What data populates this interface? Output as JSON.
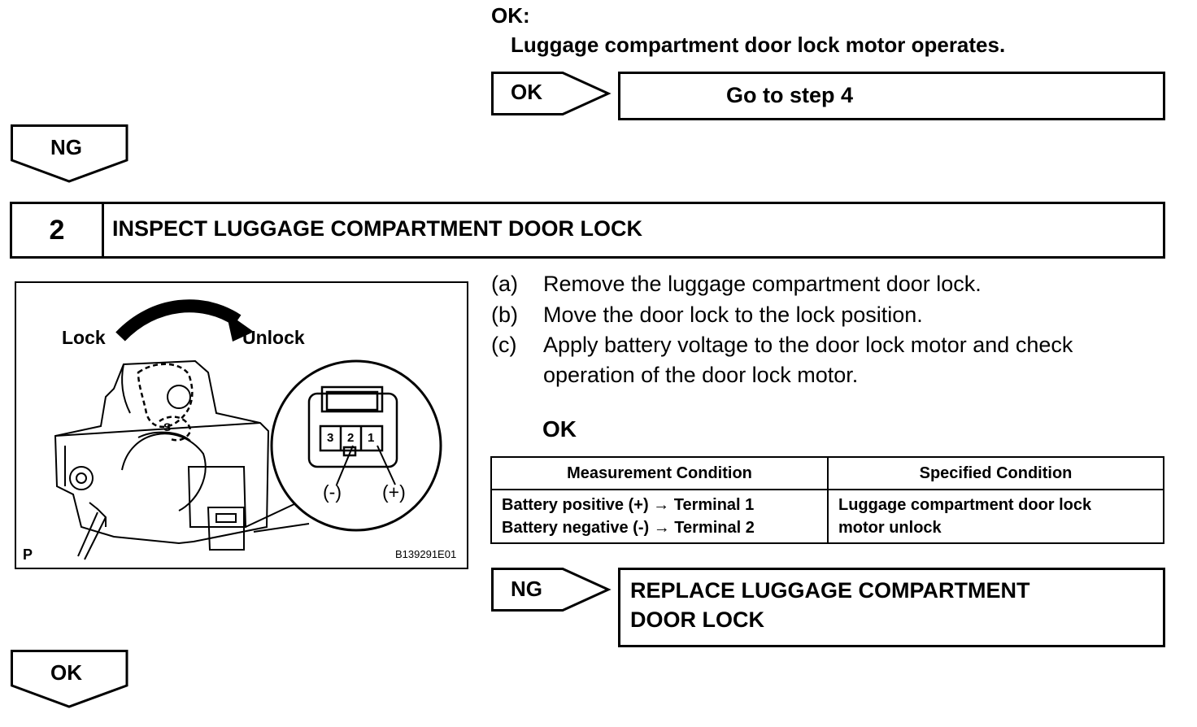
{
  "top": {
    "ok_label": "OK:",
    "ok_text": "Luggage compartment door lock motor operates."
  },
  "tags": {
    "ok_right": "OK",
    "ng_left": "NG",
    "ng_right": "NG",
    "ok_bottom": "OK"
  },
  "results": {
    "go_to": "Go to step 4",
    "replace_line1": "REPLACE LUGGAGE COMPARTMENT",
    "replace_line2": "DOOR LOCK"
  },
  "step": {
    "number": "2",
    "title": "INSPECT LUGGAGE COMPARTMENT DOOR LOCK"
  },
  "figure": {
    "lock": "Lock",
    "unlock": "Unlock",
    "pin3": "3",
    "pin2": "2",
    "pin1": "1",
    "neg": "(-)",
    "pos": "(+)",
    "corner": "P",
    "code": "B139291E01"
  },
  "instructions": [
    {
      "letter": "(a)",
      "text": "Remove the luggage compartment door lock."
    },
    {
      "letter": "(b)",
      "text": "Move the door lock to the lock position."
    },
    {
      "letter": "(c)",
      "text": "Apply battery voltage to the door lock motor and check operation of the door lock motor."
    }
  ],
  "ok_heading": "OK",
  "table": {
    "headers": [
      "Measurement Condition",
      "Specified Condition"
    ],
    "row": {
      "measurement_line1": "Battery positive (+) → Terminal 1",
      "measurement_line2": "Battery negative (-) → Terminal 2",
      "specified_line1": "Luggage compartment door lock",
      "specified_line2": "motor unlock"
    }
  }
}
